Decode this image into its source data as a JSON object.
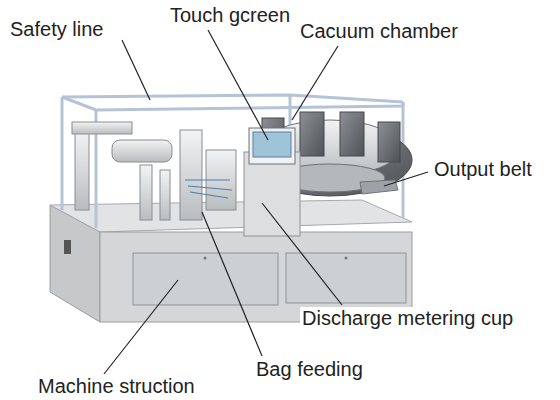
{
  "diagram": {
    "labels": [
      "Safety line",
      "Touch gcreen",
      "Cacuum chamber",
      "Output belt",
      "Discharge metering cup",
      "Bag feeding",
      "Machine struction"
    ]
  }
}
